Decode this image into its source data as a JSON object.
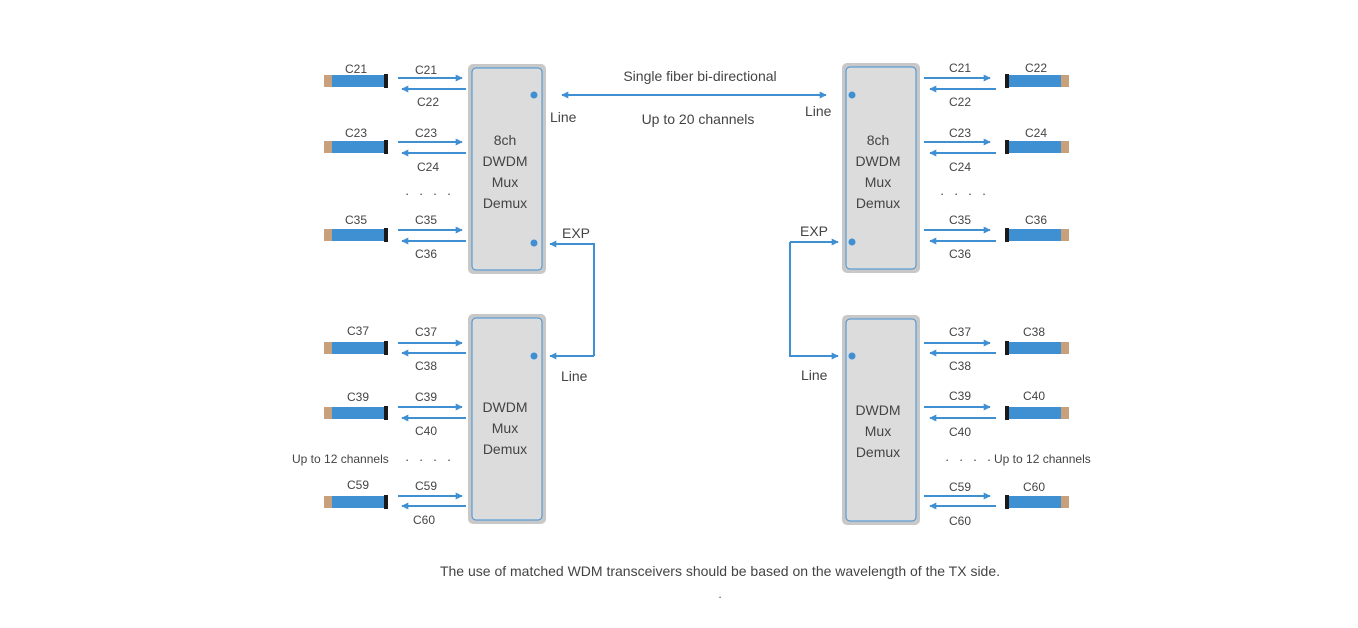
{
  "colors": {
    "line": "#3f8fd3",
    "port": "#3f8fd3",
    "module_fill": "#dcdcdc",
    "module_outer": "#c8c8c8",
    "transceiver_blue": "#3f8fd3",
    "transceiver_tan": "#c8a07c",
    "transceiver_black": "#1a1a1a",
    "text": "#444444"
  },
  "trunk": {
    "top_label": "Single fiber bi-directional",
    "bottom_label": "Up to 20 channels"
  },
  "left_site": {
    "top_module": {
      "lines": [
        "8ch",
        "DWDM",
        "Mux",
        "Demux"
      ],
      "line_port": "Line",
      "exp_port": "EXP"
    },
    "bottom_module": {
      "lines": [
        "DWDM",
        "Mux",
        "Demux"
      ],
      "line_port": "Line"
    },
    "top_rows": [
      {
        "sfp": "C21",
        "tx": "C21",
        "rx": "C22"
      },
      {
        "sfp": "C23",
        "tx": "C23",
        "rx": "C24"
      },
      {
        "sfp": "C35",
        "tx": "C35",
        "rx": "C36"
      }
    ],
    "bottom_rows": [
      {
        "sfp": "C37",
        "tx": "C37",
        "rx": "C38"
      },
      {
        "sfp": "C39",
        "tx": "C39",
        "rx": "C40"
      },
      {
        "sfp": "C59",
        "tx": "C59",
        "rx": "C60"
      }
    ],
    "dots": "· · · ·",
    "channels_note": "Up to 12 channels"
  },
  "right_site": {
    "top_module": {
      "lines": [
        "8ch",
        "DWDM",
        "Mux",
        "Demux"
      ],
      "line_port": "Line",
      "exp_port": "EXP"
    },
    "bottom_module": {
      "lines": [
        "DWDM",
        "Mux",
        "Demux"
      ],
      "line_port": "Line"
    },
    "top_rows": [
      {
        "sfp": "C22",
        "tx": "C21",
        "rx": "C22"
      },
      {
        "sfp": "C24",
        "tx": "C23",
        "rx": "C24"
      },
      {
        "sfp": "C36",
        "tx": "C35",
        "rx": "C36"
      }
    ],
    "bottom_rows": [
      {
        "sfp": "C38",
        "tx": "C37",
        "rx": "C38"
      },
      {
        "sfp": "C40",
        "tx": "C39",
        "rx": "C40"
      },
      {
        "sfp": "C60",
        "tx": "C59",
        "rx": "C60"
      }
    ],
    "dots": "· · · ·",
    "channels_note": "Up to 12 channels"
  },
  "footer": {
    "note": "The use of matched WDM transceivers should be based on the wavelength of the TX side.",
    "dot": "."
  }
}
